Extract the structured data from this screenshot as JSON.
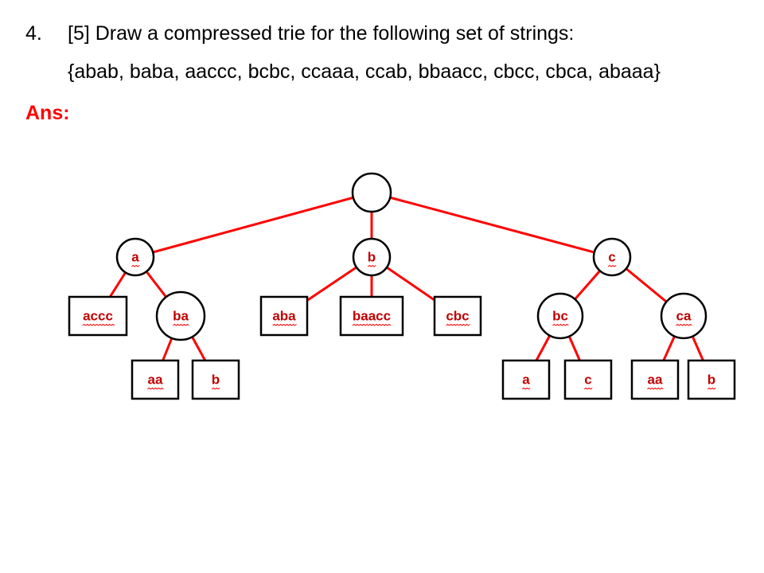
{
  "question": {
    "number": "4.",
    "text": "[5] Draw a compressed trie for the following set of strings:",
    "set": "{abab, baba, aaccc, bcbc, ccaaa, ccab, bbaacc, cbcc, cbca, abaaa}"
  },
  "answer_label": "Ans:",
  "colors": {
    "edge": "#ff0000",
    "node_border": "#000000",
    "answer_label": "#ff0000",
    "label_text": "#c00000"
  },
  "trie": {
    "nodes": [
      {
        "id": "root",
        "label": "",
        "shape": "circle"
      },
      {
        "id": "n_a",
        "label": "a",
        "shape": "circle"
      },
      {
        "id": "n_b",
        "label": "b",
        "shape": "circle"
      },
      {
        "id": "n_c",
        "label": "c",
        "shape": "circle"
      },
      {
        "id": "n_accc",
        "label": "accc",
        "shape": "box"
      },
      {
        "id": "n_ba",
        "label": "ba",
        "shape": "circle"
      },
      {
        "id": "n_aba",
        "label": "aba",
        "shape": "box"
      },
      {
        "id": "n_baacc",
        "label": "baacc",
        "shape": "box"
      },
      {
        "id": "n_cbc",
        "label": "cbc",
        "shape": "box"
      },
      {
        "id": "n_bc",
        "label": "bc",
        "shape": "circle"
      },
      {
        "id": "n_ca",
        "label": "ca",
        "shape": "circle"
      },
      {
        "id": "n_ba_aa",
        "label": "aa",
        "shape": "box"
      },
      {
        "id": "n_ba_b",
        "label": "b",
        "shape": "box"
      },
      {
        "id": "n_bc_a",
        "label": "a",
        "shape": "box"
      },
      {
        "id": "n_bc_c",
        "label": "c",
        "shape": "box"
      },
      {
        "id": "n_ca_aa",
        "label": "aa",
        "shape": "box"
      },
      {
        "id": "n_ca_b",
        "label": "b",
        "shape": "box"
      }
    ],
    "edges": [
      [
        "root",
        "n_a"
      ],
      [
        "root",
        "n_b"
      ],
      [
        "root",
        "n_c"
      ],
      [
        "n_a",
        "n_accc"
      ],
      [
        "n_a",
        "n_ba"
      ],
      [
        "n_b",
        "n_aba"
      ],
      [
        "n_b",
        "n_baacc"
      ],
      [
        "n_b",
        "n_cbc"
      ],
      [
        "n_c",
        "n_bc"
      ],
      [
        "n_c",
        "n_ca"
      ],
      [
        "n_ba",
        "n_ba_aa"
      ],
      [
        "n_ba",
        "n_ba_b"
      ],
      [
        "n_bc",
        "n_bc_a"
      ],
      [
        "n_bc",
        "n_bc_c"
      ],
      [
        "n_ca",
        "n_ca_aa"
      ],
      [
        "n_ca",
        "n_ca_b"
      ]
    ]
  }
}
